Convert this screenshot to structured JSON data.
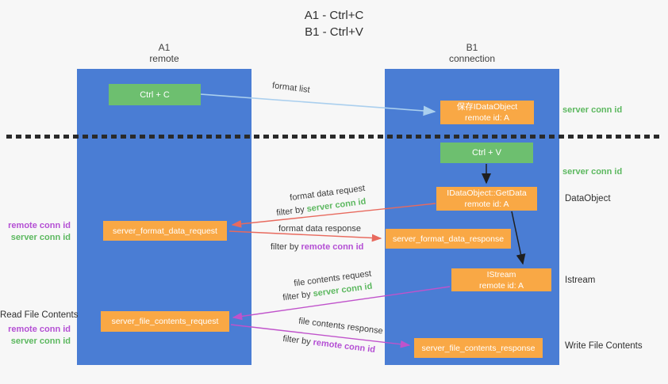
{
  "title": {
    "line1": "A1 - Ctrl+C",
    "line2": "B1 - Ctrl+V"
  },
  "columns": {
    "left": {
      "id": "A1",
      "role": "remote"
    },
    "right": {
      "id": "B1",
      "role": "connection"
    }
  },
  "nodes": {
    "ctrl_c": {
      "label": "Ctrl + C"
    },
    "ctrl_v": {
      "label": "Ctrl + V"
    },
    "save_idataobject": {
      "line1": "保存IDataObject",
      "line2": "remote id: A"
    },
    "idataobject_getdata": {
      "line1": "IDataObject::GetData",
      "line2": "remote id: A"
    },
    "istream": {
      "line1": "IStream",
      "line2": "remote id: A"
    },
    "server_format_data_request": {
      "label": "server_format_data_request"
    },
    "server_format_data_response": {
      "label": "server_format_data_response"
    },
    "server_file_contents_request": {
      "label": "server_file_contents_request"
    },
    "server_file_contents_response": {
      "label": "server_file_contents_response"
    }
  },
  "arrow_labels": {
    "format_list": "format list",
    "format_data_request": "format data request",
    "format_data_response": "format data response",
    "file_contents_request": "file contents request",
    "file_contents_response": "file contents response",
    "filter_by": "filter by ",
    "server_conn_id": "server conn id",
    "remote_conn_id": "remote conn id"
  },
  "side_labels": {
    "remote_conn_id": "remote conn id",
    "server_conn_id": "server conn id",
    "read_file_contents": "Read File Contents",
    "dataobject": "DataObject",
    "istream": "Istream",
    "write_file_contents": "Write File Contents"
  },
  "colors": {
    "column_blue": "#4a7dd4",
    "node_green": "#6dbf6f",
    "node_orange": "#f9a845",
    "arrow_blue": "#aacfee",
    "arrow_red": "#e86a5e",
    "arrow_magenta": "#c053cb",
    "arrow_black": "#1f1f1f",
    "label_green": "#5cb85f",
    "label_purple": "#b44fd4"
  }
}
